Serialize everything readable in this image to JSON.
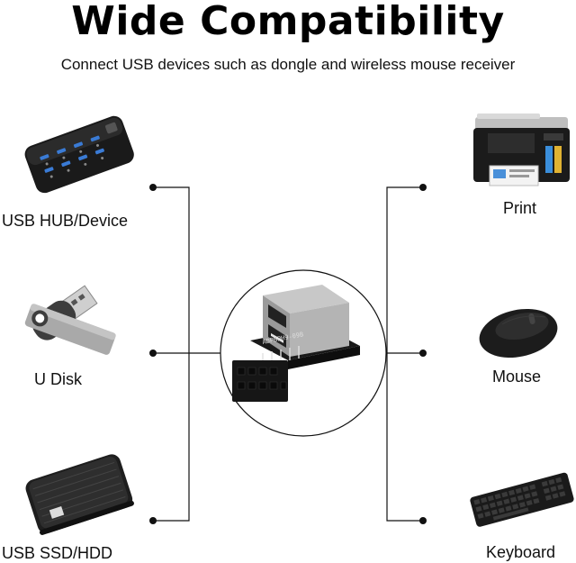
{
  "header": {
    "title": "Wide Compatibility",
    "subtitle": "Connect USB devices such as dongle and wireless mouse receiver"
  },
  "left_devices": [
    {
      "label": "USB HUB/Device",
      "icon": "usb-hub-icon"
    },
    {
      "label": "U Disk",
      "icon": "usb-flash-drive-icon"
    },
    {
      "label": "USB SSD/HDD",
      "icon": "external-hdd-icon"
    }
  ],
  "right_devices": [
    {
      "label": "Print",
      "icon": "printer-icon"
    },
    {
      "label": "Mouse",
      "icon": "mouse-icon"
    },
    {
      "label": "Keyboard",
      "icon": "keyboard-icon"
    }
  ],
  "center": {
    "icon": "usb-header-adapter-icon",
    "board_text": "ADPBPH9-09B"
  },
  "colors": {
    "line": "#111111",
    "hub_body": "#1a1a1a",
    "hub_port": "#3a7bd5"
  }
}
